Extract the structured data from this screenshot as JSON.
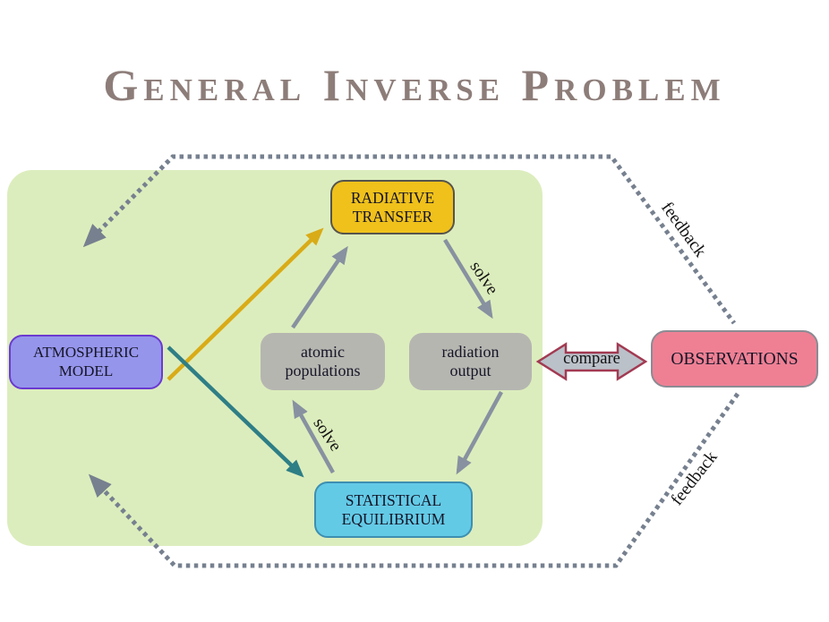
{
  "title": "General Inverse Problem",
  "boxes": {
    "atmospheric_model": {
      "line1": "ATMOSPHERIC",
      "line2": "MODEL"
    },
    "radiative_transfer": {
      "line1": "RADIATIVE",
      "line2": "TRANSFER"
    },
    "atomic_populations": {
      "line1": "atomic",
      "line2": "populations"
    },
    "radiation_output": {
      "line1": "radiation",
      "line2": "output"
    },
    "statistical_equilibrium": {
      "line1": "STATISTICAL",
      "line2": "EQUILIBRIUM"
    },
    "observations": {
      "label": "OBSERVATIONS"
    }
  },
  "labels": {
    "compare": "compare",
    "solve_rt_to_output": "solve",
    "solve_se_to_populations": "solve",
    "feedback_top": "feedback",
    "feedback_bottom": "feedback"
  },
  "colors": {
    "title_text": "#8d7d79",
    "panel_green": "#dcedbd",
    "atmospheric_fill": "#9595ec",
    "atmospheric_border": "#6b3ad1",
    "radiative_fill": "#f0c11b",
    "gray_box_fill": "#b6b6b1",
    "statistical_fill": "#63cae6",
    "observations_fill": "#ef8094",
    "compare_fill": "#bac1c9",
    "compare_border": "#a23a52",
    "solid_arrow_gray": "#8791a0",
    "solid_arrow_gold": "#d9ab17",
    "solid_arrow_teal": "#2e7e86",
    "dotted_line": "#76808f"
  }
}
